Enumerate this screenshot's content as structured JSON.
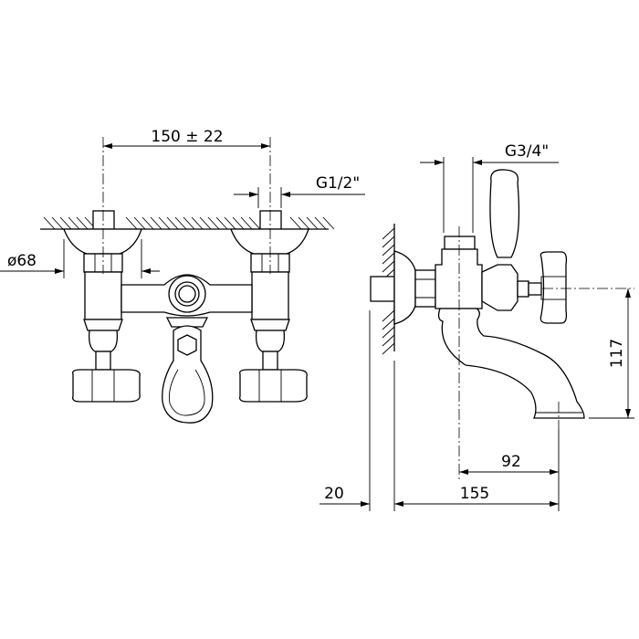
{
  "front_view": {
    "centers_dimension": "150 ± 22",
    "inlet_thread": "G1/2\"",
    "escutcheon_diameter": "ø68"
  },
  "side_view": {
    "outlet_thread": "G3/4\"",
    "spout_height": "117",
    "spout_reach": "92",
    "wall_offset": "20",
    "total_depth": "155"
  }
}
